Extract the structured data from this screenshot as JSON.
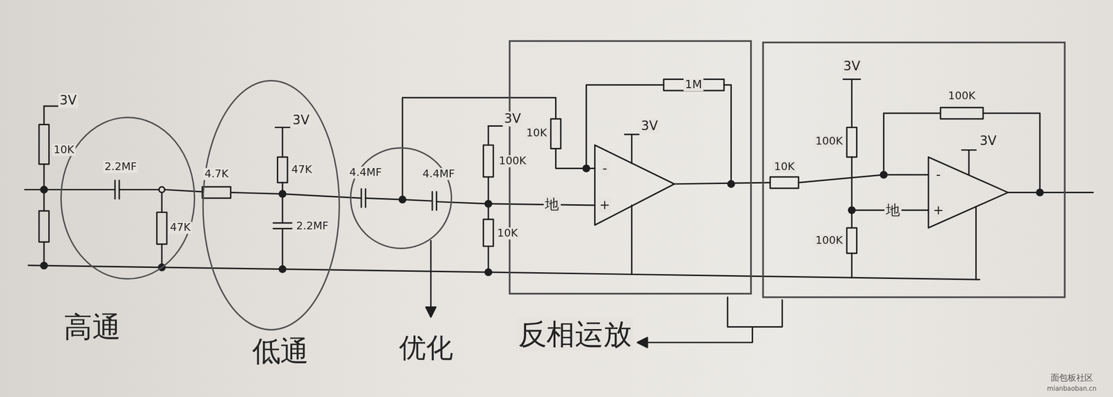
{
  "diagram": {
    "nodes": [
      {
        "text": [
          "高通"
        ]
      },
      {
        "text": [
          "低通"
        ]
      },
      {
        "text": [
          "优化"
        ]
      }
    ],
    "labels": [
      "3V",
      "10K",
      "2.2MF",
      "47K",
      "4.7K",
      "3V",
      "47K",
      "2.2MF",
      "4.4MF",
      "4.4MF",
      "3V",
      "100K",
      "10K",
      "10K",
      "1M",
      "3V",
      "-",
      "+",
      "地",
      "10K",
      "3V",
      "100K",
      "100K",
      "3V",
      "-",
      "+",
      "地",
      "100K",
      "反相运放",
      "面包板社区",
      "mianbaoban.cn"
    ]
  }
}
